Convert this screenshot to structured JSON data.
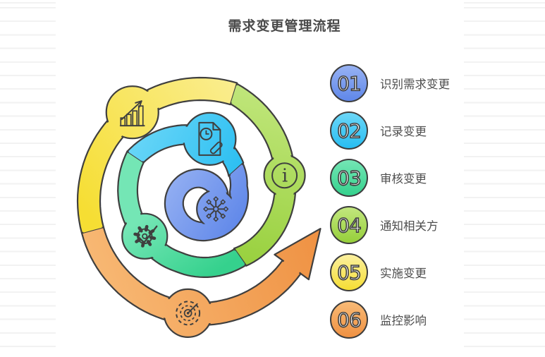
{
  "title": "需求变更管理流程",
  "steps": [
    {
      "num": "01",
      "label": "识别需求变更",
      "color": "#5f87e9",
      "color_light": "#97b2f3",
      "icon": "snowflake-impact-icon"
    },
    {
      "num": "02",
      "label": "记录变更",
      "color": "#27bdf1",
      "color_light": "#6cd7f8",
      "icon": "document-edit-icon"
    },
    {
      "num": "03",
      "label": "审核变更",
      "color": "#35d18d",
      "color_light": "#74e6b5",
      "icon": "gear-check-icon"
    },
    {
      "num": "04",
      "label": "通知相关方",
      "color": "#96cf3a",
      "color_light": "#c2e77e",
      "icon": "info-icon"
    },
    {
      "num": "05",
      "label": "实施变更",
      "color": "#f6de33",
      "color_light": "#fbf0a0",
      "icon": "growth-chart-icon"
    },
    {
      "num": "06",
      "label": "监控影响",
      "color": "#ef9142",
      "color_light": "#f8ba76",
      "icon": "target-radar-icon"
    }
  ],
  "colors": {
    "outline": "#3f3f3f",
    "title_text": "#4a4a4a",
    "label_text": "#4e4e4e",
    "ruled_line": "#f2f2f2",
    "background": "#ffffff"
  }
}
